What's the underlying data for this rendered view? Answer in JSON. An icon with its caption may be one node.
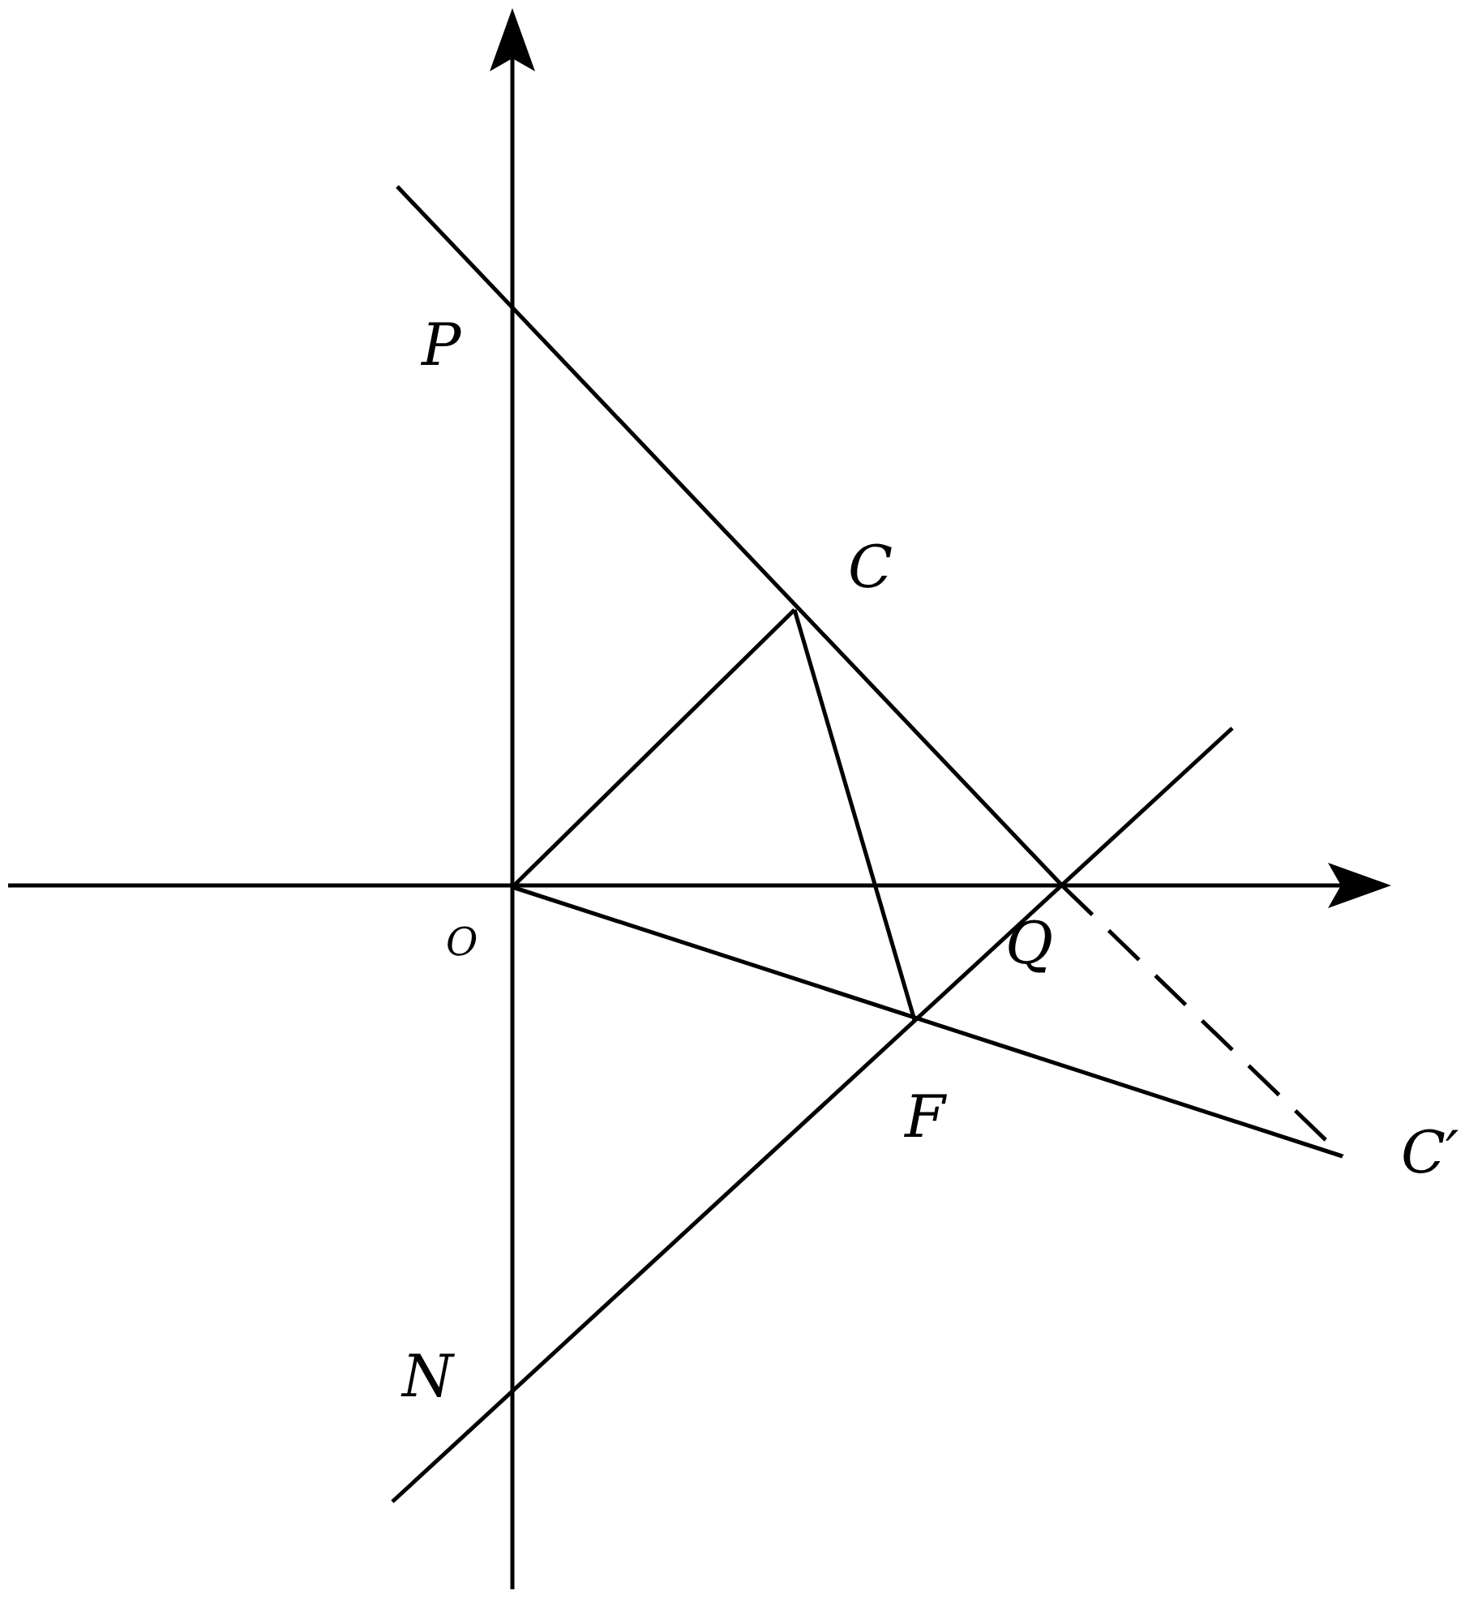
{
  "diagram": {
    "labels": [
      "P",
      "C",
      "O",
      "Q",
      "F",
      "C′",
      "N"
    ]
  }
}
